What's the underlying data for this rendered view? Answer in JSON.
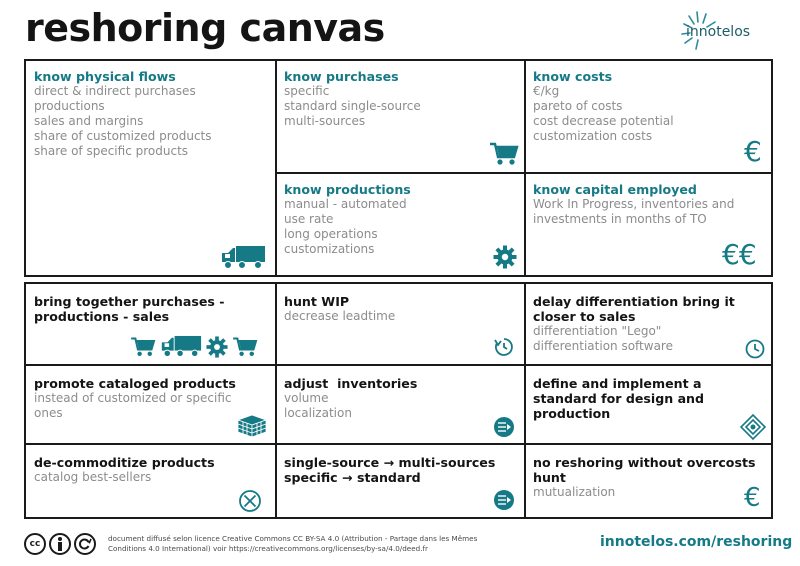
{
  "title": "reshoring canvas",
  "brand": "innotelos",
  "accent_color": "#157a86",
  "know": {
    "physical_flows": {
      "heading": "know physical flows",
      "items": [
        "direct & indirect purchases",
        "productions",
        "sales and margins",
        "share of customized products",
        "share of specific products"
      ],
      "icon": "truck-icon"
    },
    "purchases": {
      "heading": "know purchases",
      "items": [
        "specific",
        "standard single-source",
        "multi-sources"
      ],
      "icon": "cart-icon"
    },
    "costs": {
      "heading": "know costs",
      "items": [
        "€/kg",
        "pareto of costs",
        "cost decrease potential",
        "customization costs"
      ],
      "icon_text": "€"
    },
    "productions": {
      "heading": "know productions",
      "items": [
        "manual - automated",
        "use rate",
        "long operations",
        "customizations"
      ],
      "icon": "gear-icon"
    },
    "capital": {
      "heading": "know capital employed",
      "items": [
        "Work In Progress, inventories and",
        "investments in months of TO"
      ],
      "icon_text": "€€"
    }
  },
  "actions": {
    "bring_together": {
      "heading": "bring together purchases - productions - sales",
      "items": [],
      "icons": [
        "cart-icon",
        "truck-icon",
        "gear-icon",
        "cart-icon"
      ]
    },
    "hunt_wip": {
      "heading": "hunt WIP",
      "items": [
        "decrease leadtime"
      ],
      "icon": "clock-arrow-icon"
    },
    "delay_diff": {
      "heading": "delay differentiation bring it closer to sales",
      "items": [
        "differentiation \"Lego\"",
        "differentiation software"
      ],
      "icon": "clock-icon"
    },
    "promote": {
      "heading": "promote cataloged products",
      "items": [
        "instead of customized or specific",
        "ones"
      ],
      "icon": "stacked-blocks-icon"
    },
    "inventories": {
      "heading": "adjust  inventories",
      "items": [
        "volume",
        "localization"
      ],
      "icon": "list-arrow-icon"
    },
    "standard": {
      "heading": "define and implement a  standard for design and production",
      "items": [],
      "icon": "diamond-target-icon"
    },
    "decommoditize": {
      "heading": "de-commoditize products",
      "items": [
        "catalog best-sellers"
      ],
      "icon": "circle-x-icon"
    },
    "single_multi": {
      "heading": "single-source → multi-sources specific → standard",
      "items": [],
      "icon": "list-arrow-icon"
    },
    "no_reshoring": {
      "heading": "no reshoring without overcosts hunt",
      "items": [
        "mutualization"
      ],
      "icon_text": "€"
    }
  },
  "footer": {
    "license_icons": [
      "cc",
      "by",
      "sa"
    ],
    "note": "document diffusé selon licence Creative Commons CC BY-SA 4.0 (Attribution - Partage dans les Mêmes Conditions 4.0 International) voir https://creativecommons.org/licenses/by-sa/4.0/deed.fr",
    "url": "innotelos.com/reshoring"
  }
}
